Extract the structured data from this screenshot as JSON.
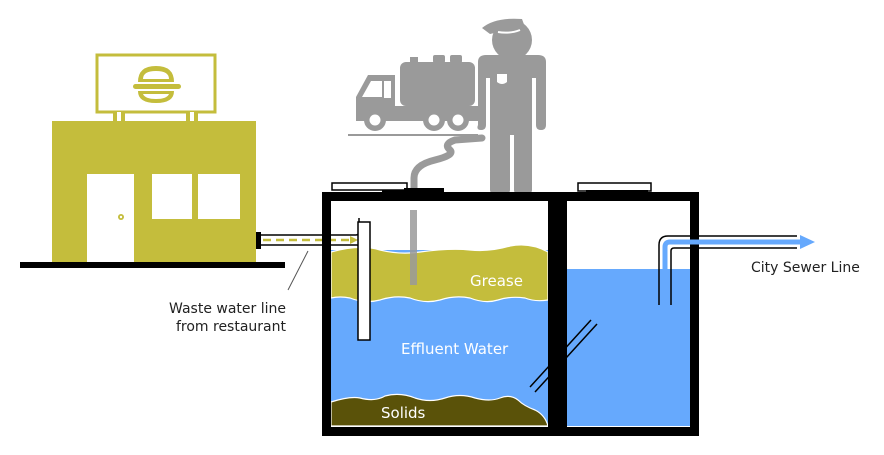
{
  "title": "Grease trap diagram",
  "colors": {
    "building": "#c4bd3c",
    "grease": "#c4bd3c",
    "water": "#66a9fd",
    "solids": "#5a5209",
    "tank_outline": "#000000",
    "service_gray": "#9a9a9a",
    "flow_arrow_in": "#c4bd3c",
    "flow_arrow_out": "#66a9fd"
  },
  "labels": {
    "grease": "Grease",
    "effluent": "Effluent Water",
    "solids": "Solids",
    "inlet_line_1": "Waste water line",
    "inlet_line_2": "from restaurant",
    "outlet": "City Sewer Line"
  },
  "icons": {
    "restaurant": "restaurant-building-icon",
    "sign": "burger-sign-icon",
    "truck": "pump-truck-icon",
    "worker": "worker-icon"
  }
}
